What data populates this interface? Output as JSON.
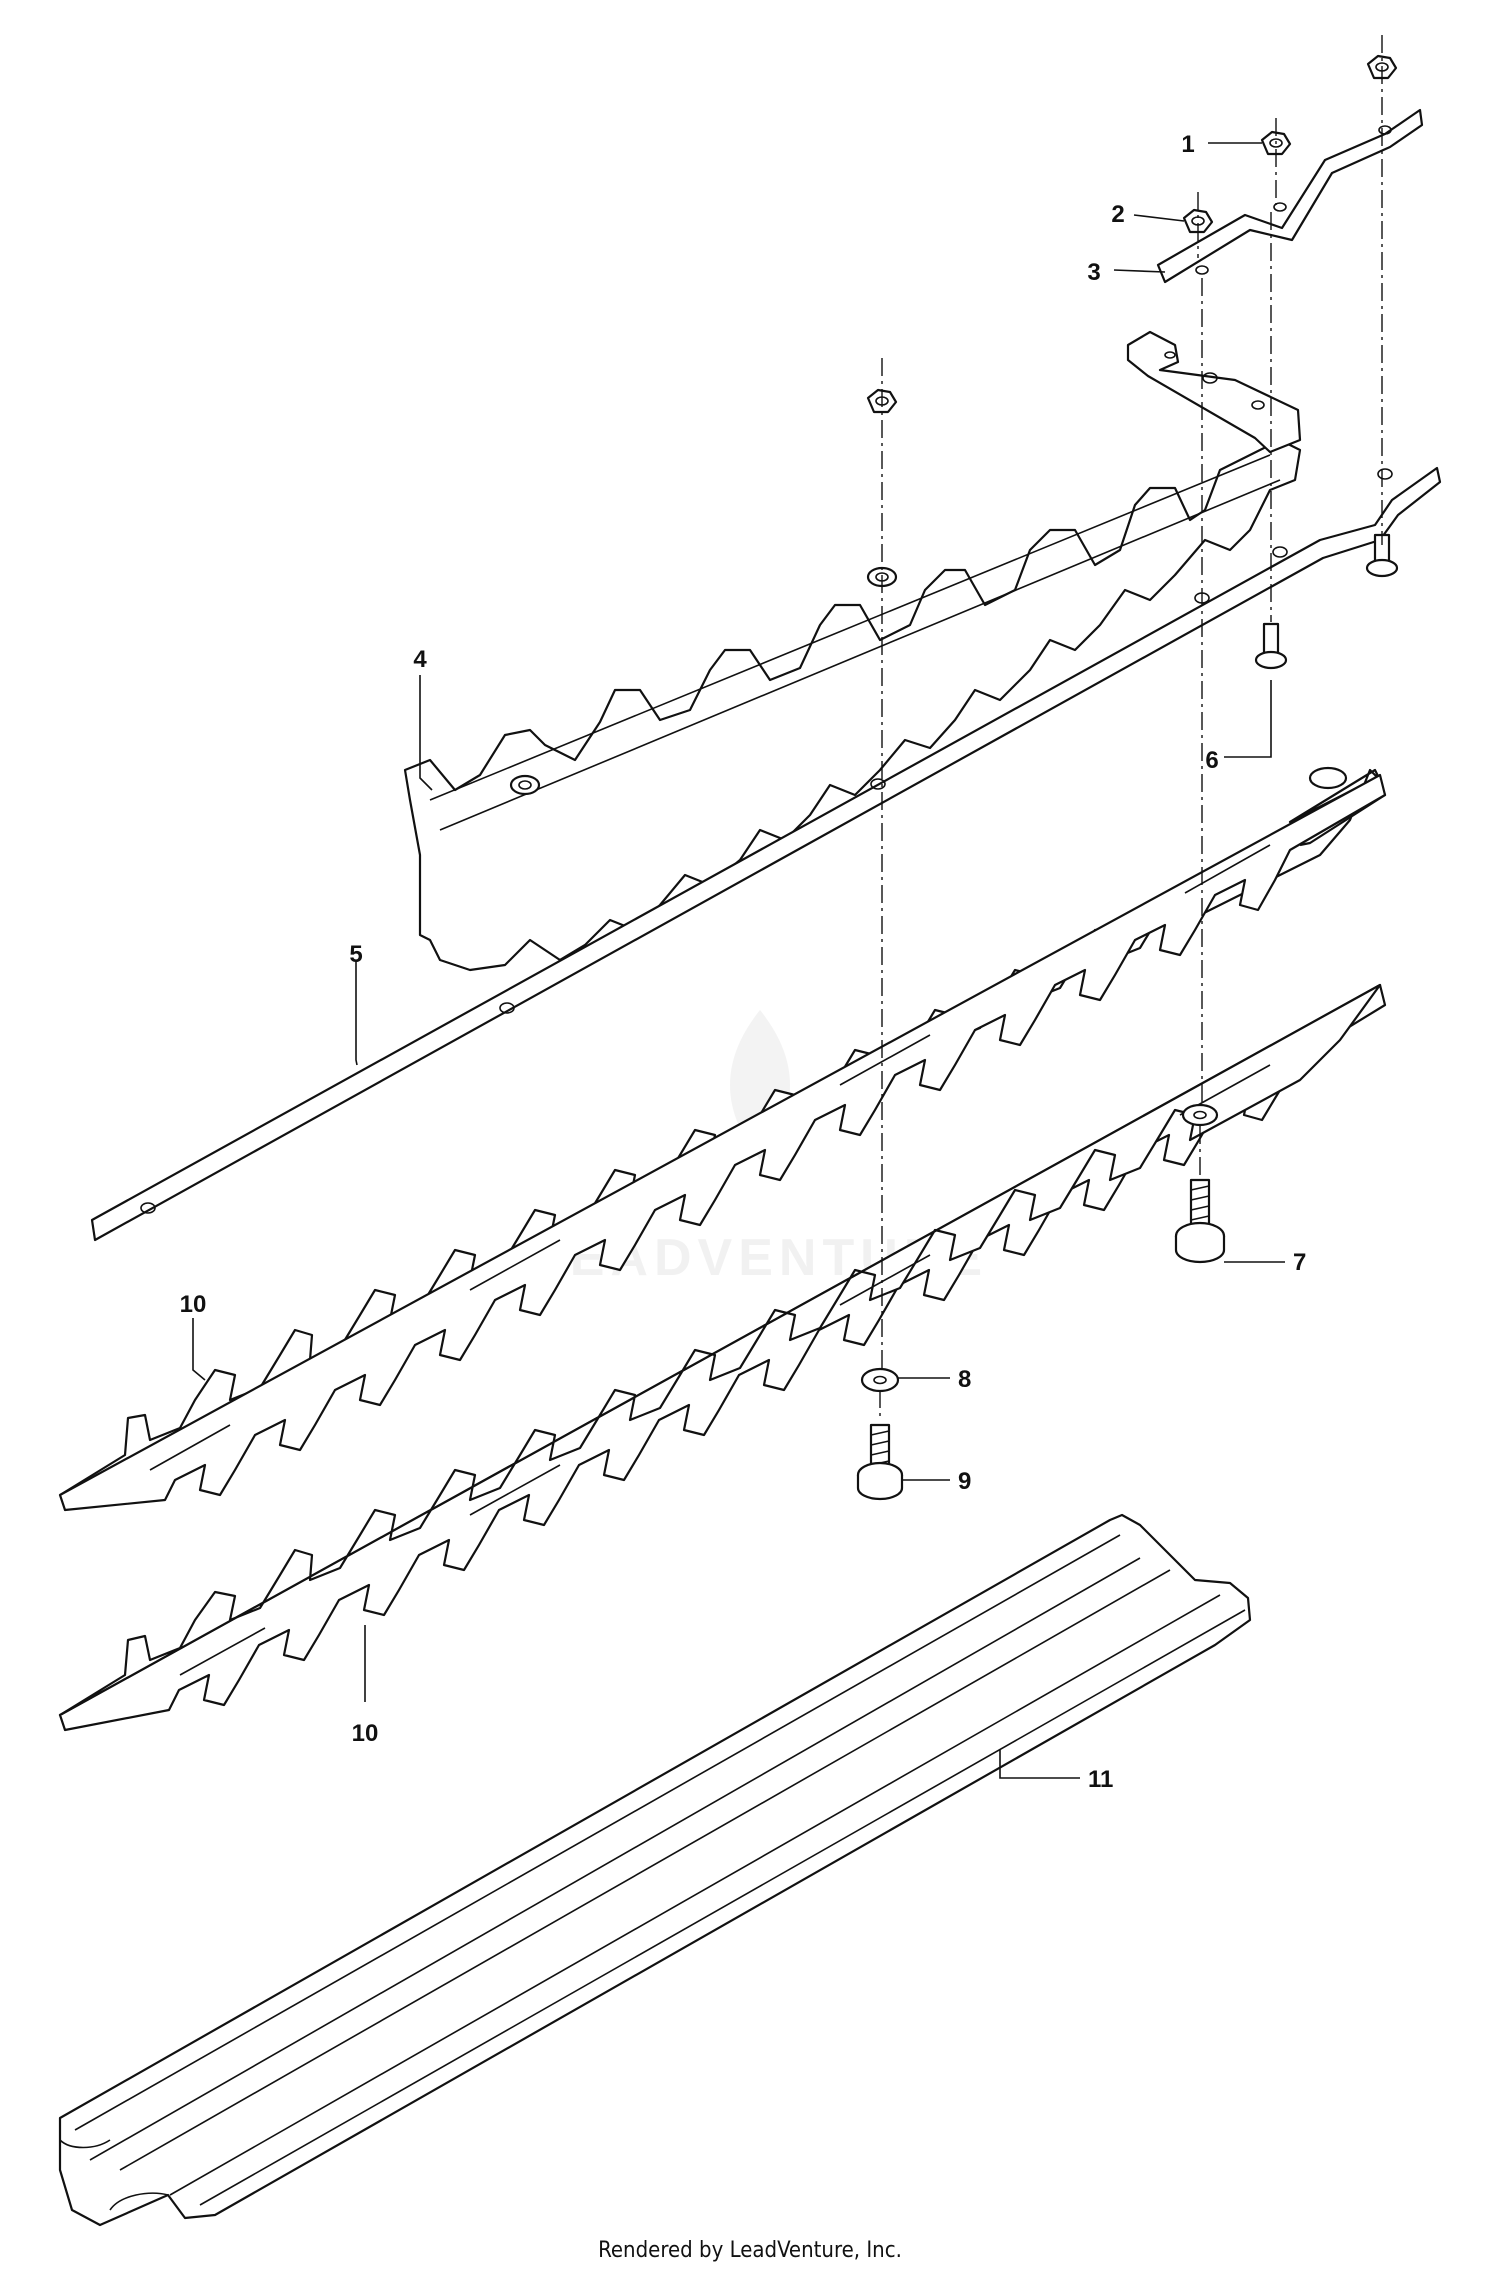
{
  "diagram": {
    "callouts": [
      {
        "id": "1",
        "text": "1"
      },
      {
        "id": "2",
        "text": "2"
      },
      {
        "id": "3",
        "text": "3"
      },
      {
        "id": "4",
        "text": "4"
      },
      {
        "id": "5",
        "text": "5"
      },
      {
        "id": "6",
        "text": "6"
      },
      {
        "id": "7",
        "text": "7"
      },
      {
        "id": "8",
        "text": "8"
      },
      {
        "id": "9",
        "text": "9"
      },
      {
        "id": "10a",
        "text": "10"
      },
      {
        "id": "10b",
        "text": "10"
      },
      {
        "id": "11",
        "text": "11"
      }
    ],
    "watermark": "LEADVENTURE"
  },
  "footer": {
    "text": "Rendered by LeadVenture, Inc."
  }
}
